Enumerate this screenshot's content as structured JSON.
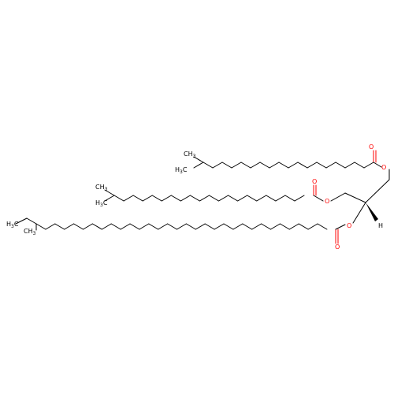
{
  "labels": {
    "ch3": "CH",
    "ch3_sub": "3",
    "h3c": "H",
    "h3c_sub": "3",
    "h3c_c": "C",
    "oxygen": "O",
    "hydrogen": "H"
  },
  "colors": {
    "bond": "#000000",
    "heteroatom": "#ff0000",
    "background": "#ffffff"
  }
}
